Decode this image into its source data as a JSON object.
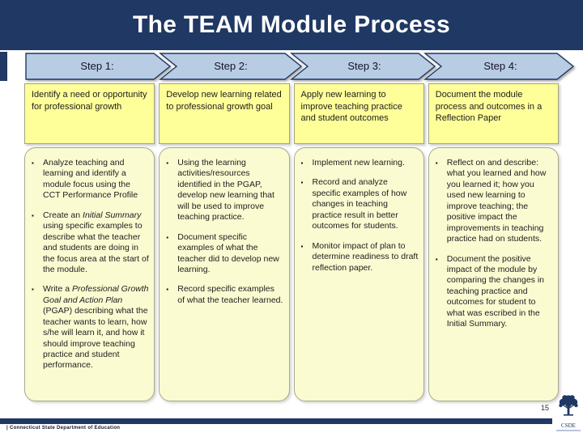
{
  "title": "The TEAM Module Process",
  "bullet_glyph": "▪",
  "colors": {
    "navy": "#1F3864",
    "chevron_fill": "#B8CCE4",
    "header_box_fill": "#FFFF99",
    "bullet_box_fill": "#FBFBD2"
  },
  "steps": [
    {
      "label": "Step 1:"
    },
    {
      "label": "Step 2:"
    },
    {
      "label": "Step 3:"
    },
    {
      "label": "Step 4:"
    }
  ],
  "columns": [
    {
      "header": "Identify a need or opportunity for professional growth",
      "bullets": [
        {
          "segments": [
            {
              "text": "Analyze teaching and learning and identify a module focus using the CCT Performance Profile",
              "italic": false
            }
          ]
        },
        {
          "segments": [
            {
              "text": "Create an ",
              "italic": false
            },
            {
              "text": "Initial Summary",
              "italic": true
            },
            {
              "text": " using specific examples to describe what the teacher and students are doing in the focus area at the start of the module.",
              "italic": false
            }
          ]
        },
        {
          "segments": [
            {
              "text": "Write a ",
              "italic": false
            },
            {
              "text": "Professional Growth Goal and Action Plan",
              "italic": true
            },
            {
              "text": " (PGAP) describing what the teacher wants to learn, how s/he will learn it, and how it should improve teaching practice and student performance.",
              "italic": false
            }
          ]
        }
      ]
    },
    {
      "header": "Develop new learning related to professional growth goal",
      "bullets": [
        {
          "segments": [
            {
              "text": "Using the learning activities/resources identified in the PGAP, develop new learning that will be used to improve teaching practice.",
              "italic": false
            }
          ]
        },
        {
          "segments": [
            {
              "text": "Document specific examples of what the teacher did to develop new learning.",
              "italic": false
            }
          ]
        },
        {
          "segments": [
            {
              "text": "Record specific examples of what the teacher learned.",
              "italic": false
            }
          ]
        }
      ]
    },
    {
      "header": "Apply new learning to improve teaching practice and student outcomes",
      "bullets": [
        {
          "segments": [
            {
              "text": "Implement new learning.",
              "italic": false
            }
          ]
        },
        {
          "segments": [
            {
              "text": "Record and analyze specific examples of how changes in teaching practice result in better outcomes for students.",
              "italic": false
            }
          ]
        },
        {
          "segments": [
            {
              "text": "Monitor impact of plan to determine readiness to draft reflection paper.",
              "italic": false
            }
          ]
        }
      ]
    },
    {
      "header": "Document the module process and outcomes in a Reflection Paper",
      "bullets": [
        {
          "segments": [
            {
              "text": "Reflect on and describe: what you learned and how you learned it; how you used new learning to improve teaching; the positive impact the improvements in teaching practice had on students.",
              "italic": false
            }
          ]
        },
        {
          "segments": [
            {
              "text": "Document the positive impact of the module by comparing the changes in teaching practice and outcomes for student to what was escribed in the Initial Summary.",
              "italic": false
            }
          ]
        }
      ]
    }
  ],
  "footer": {
    "page_number": "15",
    "org_text": "| Connecticut State Department of Education",
    "logo_label": "CSDE"
  }
}
